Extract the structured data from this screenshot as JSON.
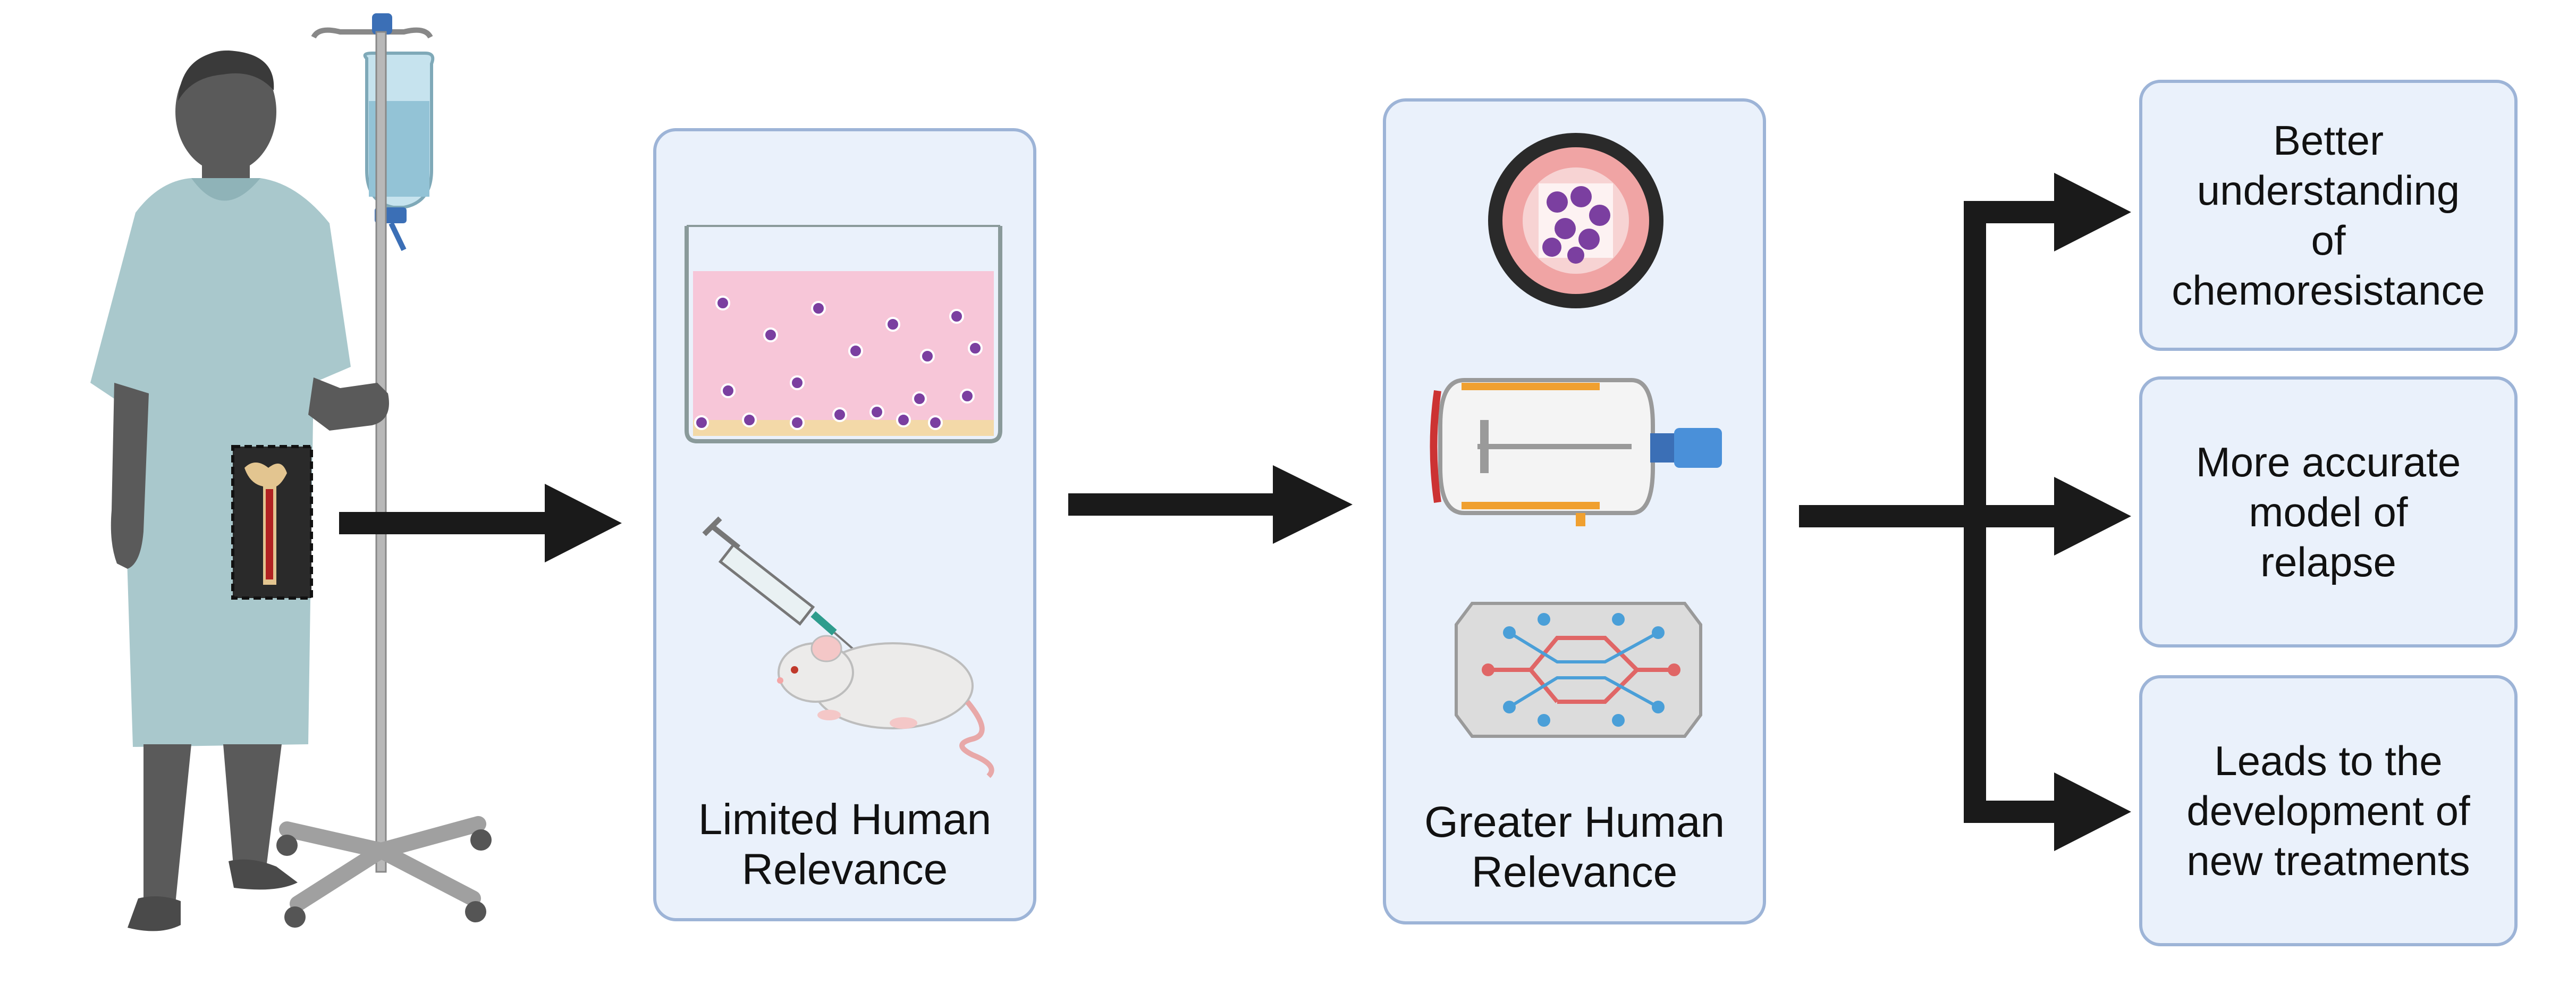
{
  "panel_limited": {
    "caption_line1": "Limited Human",
    "caption_line2": "Relevance"
  },
  "panel_greater": {
    "caption_line1": "Greater Human",
    "caption_line2": "Relevance"
  },
  "outcomes": [
    {
      "lines": [
        "Better",
        "understanding",
        "of",
        "chemoresistance"
      ]
    },
    {
      "lines": [
        "More accurate",
        "model of",
        "relapse"
      ]
    },
    {
      "lines": [
        "Leads to the",
        "development of",
        "new treatments"
      ]
    }
  ],
  "colors": {
    "panel_fill": "#eaf1fb",
    "panel_border": "#9db4d7",
    "arrow": "#1a1a1a",
    "gown": "#a9c8cc",
    "skin": "#5a5a5a",
    "culture_medium": "#f7c6d8",
    "cell": "#7b3fa0",
    "fluid_channel_red": "#e06666",
    "fluid_channel_blue": "#4a9fd8"
  },
  "icons": [
    "patient-figure",
    "iv-drip-stand",
    "bone-marrow-inset",
    "culture-well",
    "syringe",
    "mouse",
    "3d-spheroid",
    "bioreactor",
    "organ-on-chip"
  ]
}
